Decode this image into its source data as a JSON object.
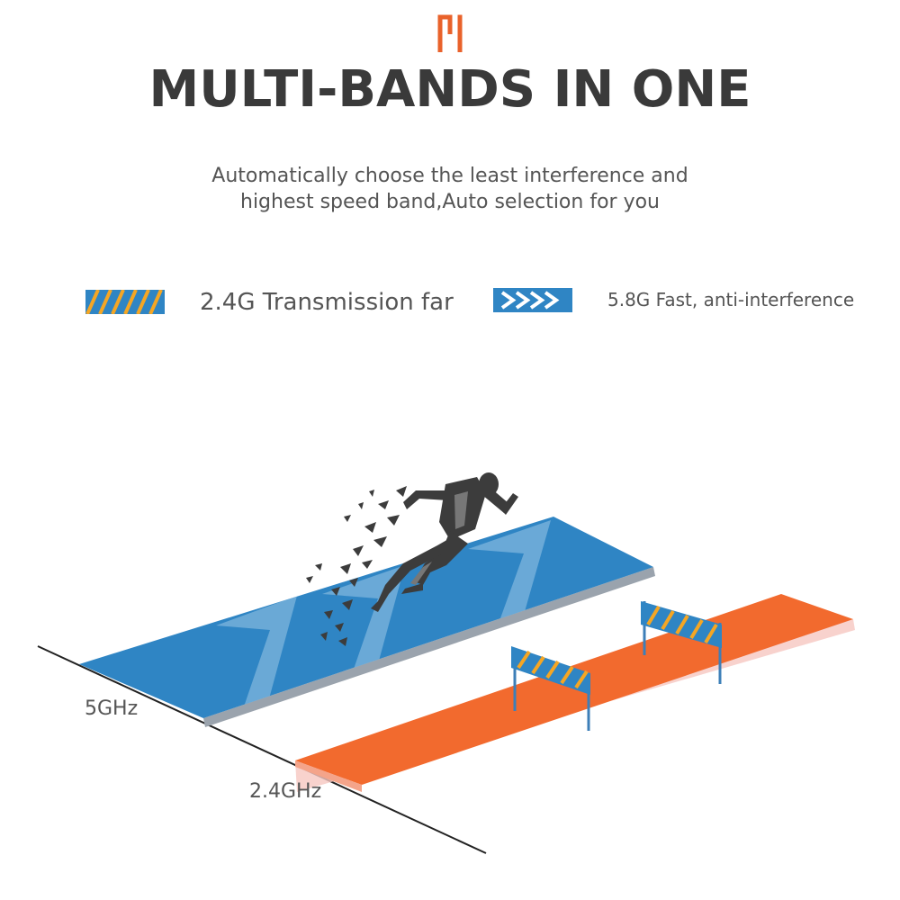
{
  "header": {
    "title": "MULTI-BANDS IN ONE",
    "subtitle_line_1": "Automatically choose the least interference and",
    "subtitle_line_2": "highest speed band,Auto selection for you"
  },
  "legend": {
    "items": [
      {
        "label": "2.4G Transmission far",
        "icon": "orange-stripes-icon"
      },
      {
        "label": "5.8G Fast, anti-interference",
        "icon": "chevrons-icon"
      }
    ]
  },
  "scene": {
    "band_5ghz_label": "5GHz",
    "band_24ghz_label": "2.4GHz",
    "icons": {
      "runner": "runner-icon",
      "hurdle": "hurdle-icon",
      "logo": "logo-icon"
    }
  },
  "colors": {
    "accent_orange": "#e9622b",
    "blue_track": "#2f85c4",
    "orange_track": "#f26a2e",
    "title_text": "#3a3a3a",
    "body_text": "#555555",
    "stripe_yellow": "#f5a623"
  }
}
